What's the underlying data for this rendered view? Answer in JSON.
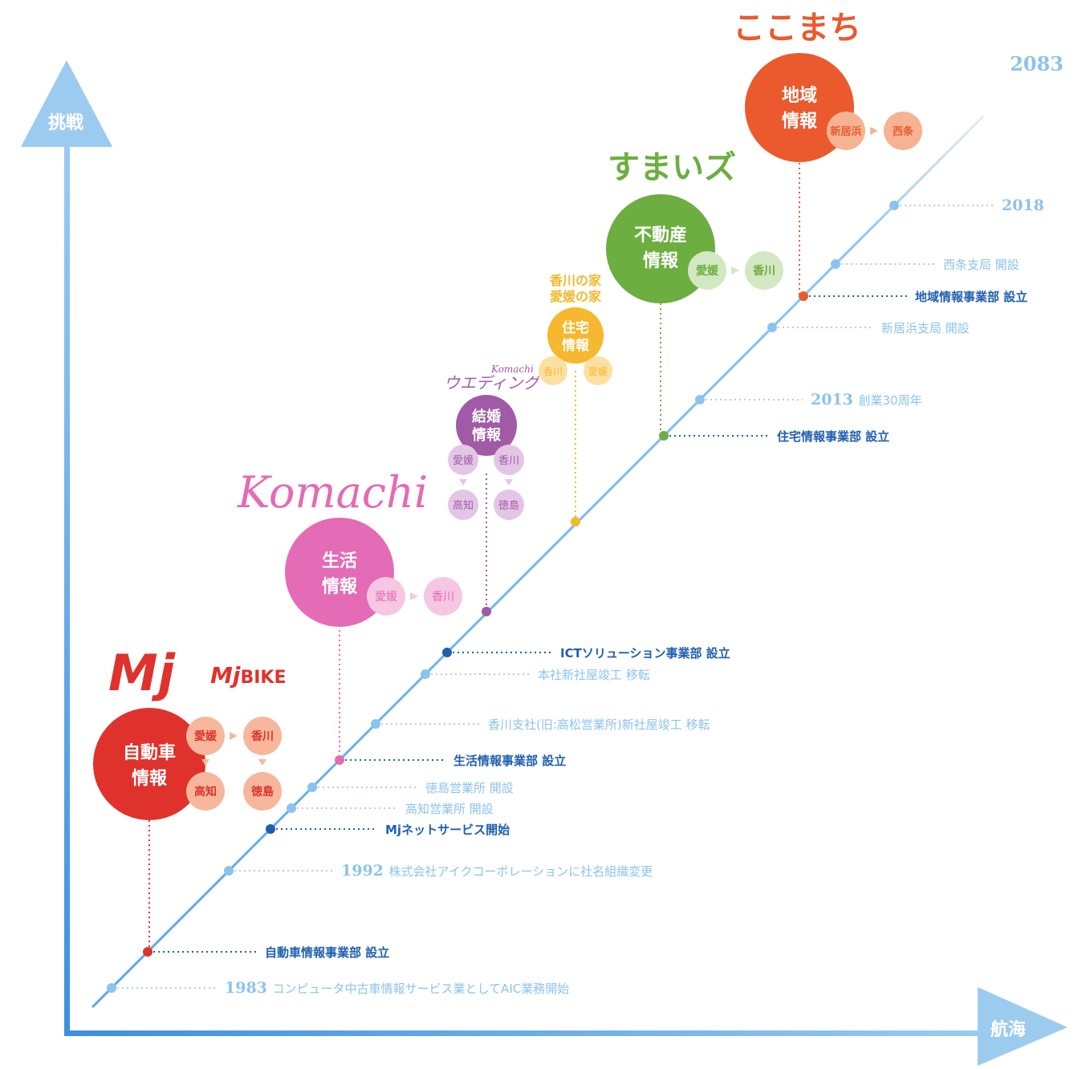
{
  "axes": {
    "y_label": "挑戦",
    "x_label": "航海",
    "end_year": "2083"
  },
  "colors": {
    "axis": "#5aa8e6",
    "timeline": "#63aee8",
    "event_light": "#8cc3ee",
    "event_dark": "#1f5fb0",
    "auto": "#e0322c",
    "auto_light": "#f6b79c",
    "life": "#e46bb5",
    "life_light": "#f6c6e3",
    "wedding": "#a05aa6",
    "wedding_light": "#e3c6e6",
    "house": "#f5b82e",
    "house_light": "#fbe0a2",
    "realestate": "#6cae3f",
    "realestate_light": "#d2e8c2",
    "regional": "#ea5a2e",
    "regional_light": "#f5b392"
  },
  "events": [
    {
      "year_label": "1983",
      "text": "コンピュータ中古車情報サービス業としてAIC業務開始",
      "style": "light"
    },
    {
      "year_label": "",
      "text": "自動車情報事業部 設立",
      "style": "dark",
      "marker": "auto"
    },
    {
      "year_label": "1992",
      "text": "株式会社アイクコーポレーションに社名組織変更",
      "style": "light"
    },
    {
      "year_label": "",
      "text": "Mjネットサービス開始",
      "style": "dark",
      "marker": "event_dark"
    },
    {
      "year_label": "",
      "text": "高知営業所 開設",
      "style": "light"
    },
    {
      "year_label": "",
      "text": "徳島営業所 開設",
      "style": "light"
    },
    {
      "year_label": "",
      "text": "生活情報事業部 設立",
      "style": "dark",
      "marker": "life"
    },
    {
      "year_label": "",
      "text": "香川支社(旧:高松営業所)新社屋竣工 移転",
      "style": "light"
    },
    {
      "year_label": "",
      "text": "本社新社屋竣工 移転",
      "style": "light"
    },
    {
      "year_label": "",
      "text": "ICTソリューション事業部 設立",
      "style": "dark",
      "marker": "event_dark"
    },
    {
      "year_label": "",
      "text": "住宅情報事業部 設立",
      "style": "dark",
      "marker": "realestate"
    },
    {
      "year_label": "2013",
      "text": "創業30周年",
      "style": "light"
    },
    {
      "year_label": "",
      "text": "新居浜支局 開設",
      "style": "light"
    },
    {
      "year_label": "",
      "text": "地域情報事業部 設立",
      "style": "dark",
      "marker": "regional"
    },
    {
      "year_label": "",
      "text": "西条支局 開設",
      "style": "light"
    },
    {
      "year_label": "2018",
      "text": "",
      "style": "light"
    }
  ],
  "businesses": [
    {
      "key": "auto",
      "brand": "Mj",
      "brand2_main": "Mj",
      "brand2_sub": "BIKE",
      "line1": "自動車",
      "line2": "情報",
      "areas": [
        "愛媛",
        "香川",
        "高知",
        "徳島"
      ]
    },
    {
      "key": "life",
      "brand": "Komachi",
      "line1": "生活",
      "line2": "情報",
      "areas": [
        "愛媛",
        "香川"
      ]
    },
    {
      "key": "wedding",
      "brand_small": "Komachi",
      "brand": "ウエディング",
      "line1": "結婚",
      "line2": "情報",
      "areas": [
        "愛媛",
        "香川",
        "高知",
        "徳島"
      ]
    },
    {
      "key": "house",
      "brand_line1": "香川の家",
      "brand_line2": "愛媛の家",
      "line1": "住宅",
      "line2": "情報",
      "areas": [
        "香川",
        "愛媛"
      ]
    },
    {
      "key": "realestate",
      "brand": "すまいズ",
      "line1": "不動産",
      "line2": "情報",
      "areas": [
        "愛媛",
        "香川"
      ]
    },
    {
      "key": "regional",
      "brand": "ここまち",
      "line1": "地域",
      "line2": "情報",
      "areas": [
        "新居浜",
        "西条"
      ]
    }
  ]
}
